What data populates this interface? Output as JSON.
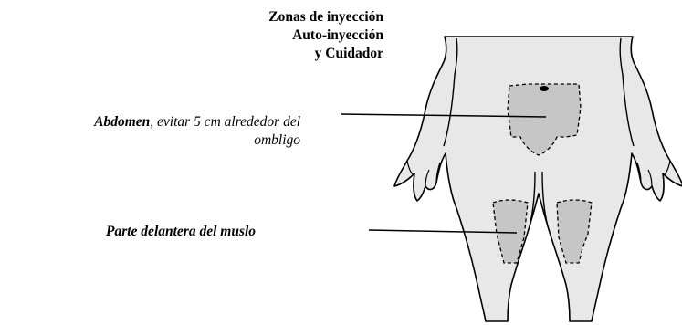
{
  "title": {
    "line1": "Zonas de inyección",
    "line2": "Auto-inyección",
    "line3": "y Cuidador"
  },
  "labels": {
    "abdomen_bold": "Abdomen",
    "abdomen_rest": ", evitar 5 cm alrededor del",
    "abdomen_line2": "ombligo",
    "thigh": "Parte delantera del muslo"
  },
  "colors": {
    "body_fill": "#e8e8e8",
    "zone_fill": "#c6c6c6",
    "outline": "#000000"
  }
}
